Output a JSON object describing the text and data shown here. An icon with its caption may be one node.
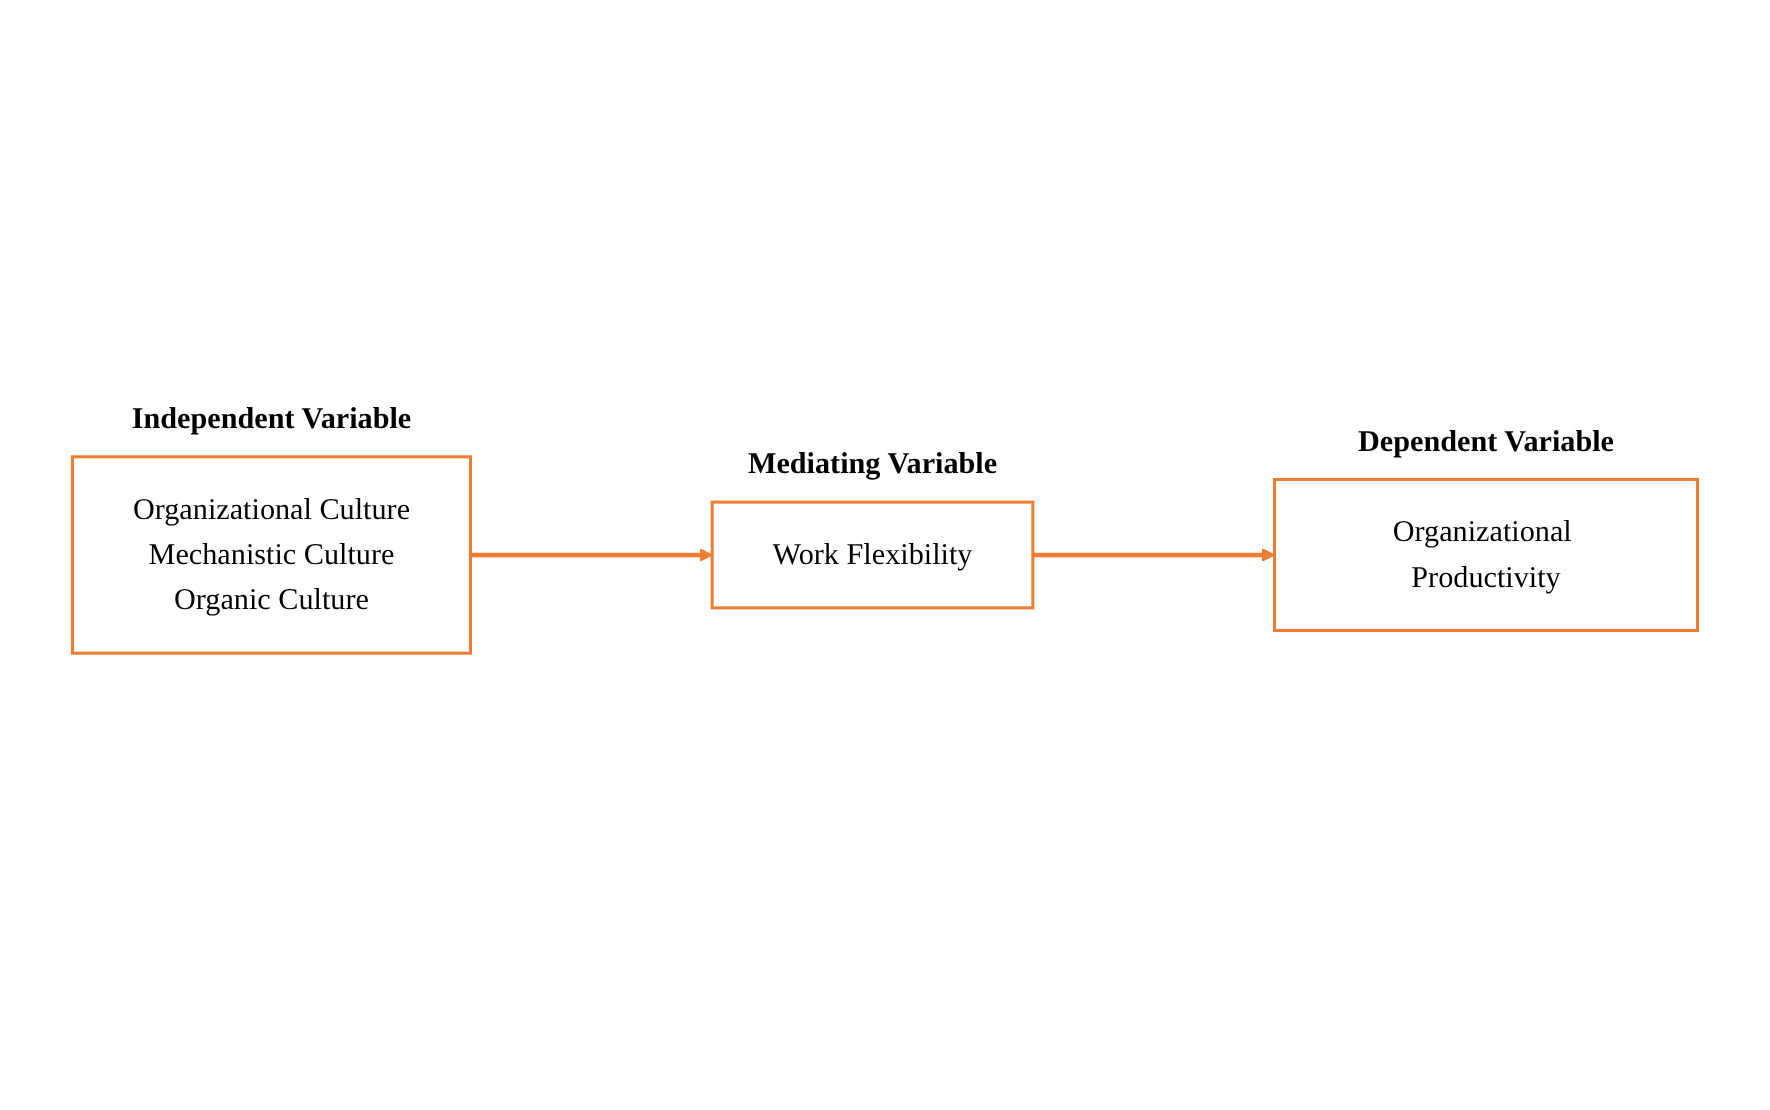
{
  "diagram": {
    "nodes": [
      {
        "text": [
          "Work Flexibility"
        ],
        "beside": [
          "Mediating Variable"
        ]
      },
      {
        "text": [
          "Organizational Culture",
          "Mechanistic Culture",
          "Organic Culture"
        ],
        "beside": [
          "Independent Variable"
        ]
      },
      {
        "text": [
          "Organizational Productivity"
        ],
        "beside": [
          "Dependent Variable"
        ]
      }
    ],
    "edges": [
      {
        "from": 1,
        "to": 0,
        "arrow": "to"
      },
      {
        "from": 0,
        "to": 2,
        "arrow": "to"
      }
    ]
  }
}
